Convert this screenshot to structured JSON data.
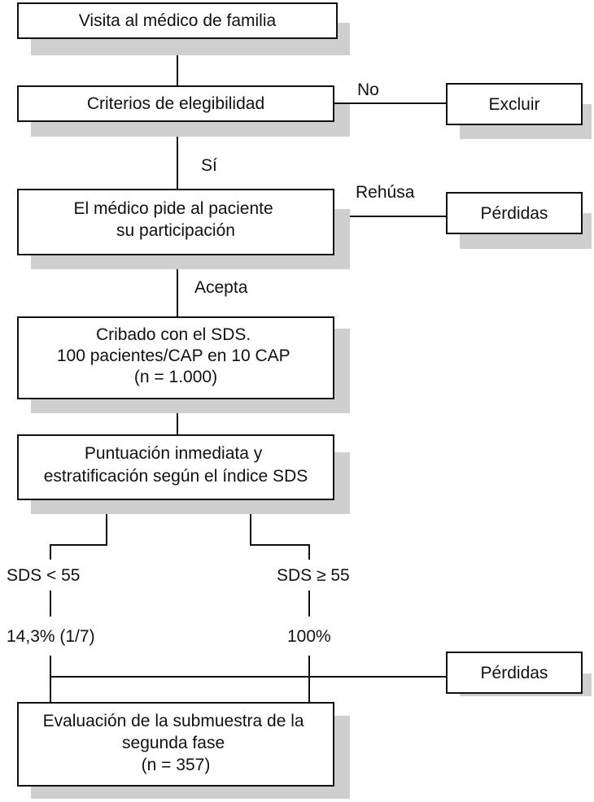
{
  "colors": {
    "shadow": "#cfcfcf",
    "border": "#111111",
    "background": "#ffffff"
  },
  "boxes": {
    "visita": {
      "lines": [
        "Visita al médico de familia"
      ]
    },
    "criterios": {
      "lines": [
        "Criterios de elegibilidad"
      ]
    },
    "excluir": {
      "lines": [
        "Excluir"
      ]
    },
    "pide": {
      "lines": [
        "El médico pide al paciente",
        "su participación"
      ]
    },
    "perdidas_1": {
      "lines": [
        "Pérdidas"
      ]
    },
    "cribado": {
      "lines": [
        "Cribado con el SDS.",
        "100 pacientes/CAP en 10 CAP",
        "(n = 1.000)"
      ]
    },
    "puntuacion": {
      "lines": [
        "Puntuación inmediata y",
        "estratificación según el índice SDS"
      ]
    },
    "perdidas_2": {
      "lines": [
        "Pérdidas"
      ]
    },
    "evaluacion": {
      "lines": [
        "Evaluación de la submuestra de la",
        "segunda fase",
        "(n = 357)"
      ]
    }
  },
  "labels": {
    "no": "No",
    "si": "Sí",
    "rehusa": "Rehúsa",
    "acepta": "Acepta",
    "sds_low": "SDS < 55",
    "sds_high": "SDS ≥ 55",
    "pct_low": "14,3% (1/7)",
    "pct_high": "100%"
  }
}
